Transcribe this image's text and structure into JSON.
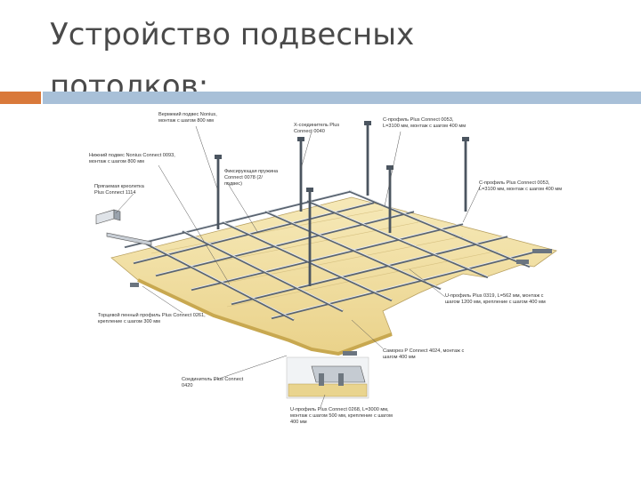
{
  "slide": {
    "title_line1": "Устройство подвесных",
    "title_line2": "потолков:"
  },
  "labels": {
    "l1a": "Вермекий подвес Nonius,",
    "l1b": "монтаж с шагом 800 мм",
    "l2a": "Нижний подвес Nonius Connect 0093,",
    "l2b": "монтаж с шагом 800 мм",
    "l3a": "Прягаемая креолетка",
    "l3b": "Plus Connect 1114",
    "l4a": "Фиксирующая пружина",
    "l4b": "Connect 0078 (2/",
    "l4c": "подвес)",
    "l5a": "X-соединитель Plus",
    "l5b": "Connect 0040",
    "l6a": "C-профиль Plus Connect 0053,",
    "l6b": "L=3100 мм, монтаж с шагом 400 мм",
    "l7a": "C-профиль Plus Connect 0053,",
    "l7b": "L=3100 мм, монтаж с шагом 400 мм",
    "l8a": "Торцевой пенный профиль Plus Connect 0261,",
    "l8b": "крепление с шагом 300 мм",
    "l9a": "U-профиль Plus 0319, L=562 мм, монтаж с",
    "l9b": "шагом 1200 мм, крепление с шагом 400 мм",
    "l10a": "Саморез P Connect 4024, монтаж с",
    "l10b": "шагом 400 мм",
    "l11a": "Соединитель Plus Connect",
    "l11b": "0420",
    "l12a": "U-профиль Plus Connect 0268, L=3000 мм,",
    "l12b": "монтаж с шагом 500 мм, крепление с шагом",
    "l12c": "400 мм"
  }
}
